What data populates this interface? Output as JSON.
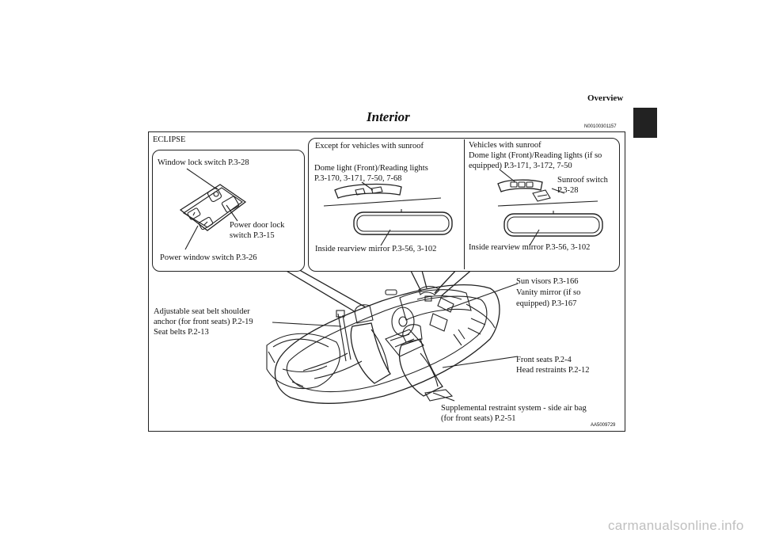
{
  "header": {
    "section": "Overview",
    "title": "Interior",
    "code": "N00100301157"
  },
  "figure": {
    "model": "ECLIPSE",
    "id": "AA5009729",
    "panel_left": {
      "window_lock": "Window lock switch P.3-28",
      "door_lock_1": "Power door lock",
      "door_lock_2": "switch P.3-15",
      "power_window": "Power window switch P.3-26"
    },
    "panel_no_sunroof": {
      "heading": "Except for vehicles with sunroof",
      "dome_1": "Dome light (Front)/Reading lights",
      "dome_2": "P.3-170, 3-171, 7-50, 7-68",
      "mirror": "Inside rearview mirror P.3-56, 3-102"
    },
    "panel_sunroof": {
      "heading": "Vehicles with sunroof",
      "dome_1": "Dome light (Front)/Reading lights (if so",
      "dome_2": "equipped) P.3-171, 3-172, 7-50",
      "switch_1": "Sunroof switch",
      "switch_2": "P.3-28",
      "mirror": "Inside rearview mirror P.3-56, 3-102"
    },
    "callouts": {
      "seatbelt_1": "Adjustable seat belt shoulder",
      "seatbelt_2": "anchor (for front seats) P.2-19",
      "seatbelt_3": "Seat belts P.2-13",
      "sun_1": "Sun visors P.3-166",
      "sun_2": "Vanity mirror (if so",
      "sun_3": "equipped) P.3-167",
      "seats_1": "Front seats P.2-4",
      "seats_2": "Head restraints P.2-12",
      "airbag_1": "Supplemental restraint system - side air bag",
      "airbag_2": "(for front seats) P.2-51"
    }
  },
  "watermark": "carmanualsonline.info"
}
